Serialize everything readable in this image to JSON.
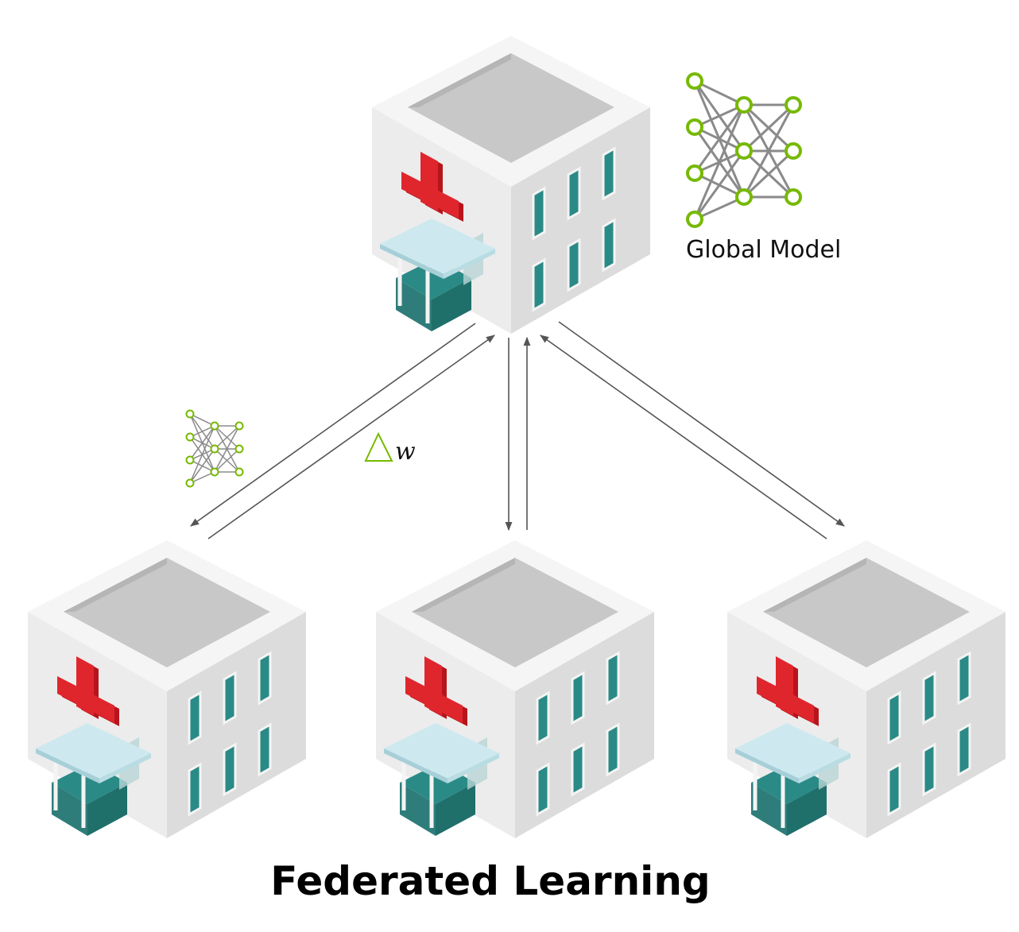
{
  "diagram": {
    "title": "Federated Learning",
    "global_model_label": "Global Model",
    "update_symbol": "w",
    "nodes": [
      {
        "id": "central-hospital",
        "role": "server"
      },
      {
        "id": "hospital-left",
        "role": "client"
      },
      {
        "id": "hospital-middle",
        "role": "client"
      },
      {
        "id": "hospital-right",
        "role": "client"
      }
    ],
    "connections": [
      {
        "from": "central-hospital",
        "to": "hospital-left",
        "bidirectional": true
      },
      {
        "from": "central-hospital",
        "to": "hospital-middle",
        "bidirectional": true
      },
      {
        "from": "central-hospital",
        "to": "hospital-right",
        "bidirectional": true
      }
    ]
  },
  "colors": {
    "accent_green": "#76b900",
    "cross_red": "#e0262d",
    "window_teal": "#2a8a86",
    "canopy_blue": "#cde9ef",
    "arrow_gray": "#555555",
    "network_gray": "#8a8a8a"
  },
  "icons": {
    "hospital": "hospital-building-icon",
    "neural_network": "neural-network-icon",
    "delta": "delta-triangle-icon"
  }
}
